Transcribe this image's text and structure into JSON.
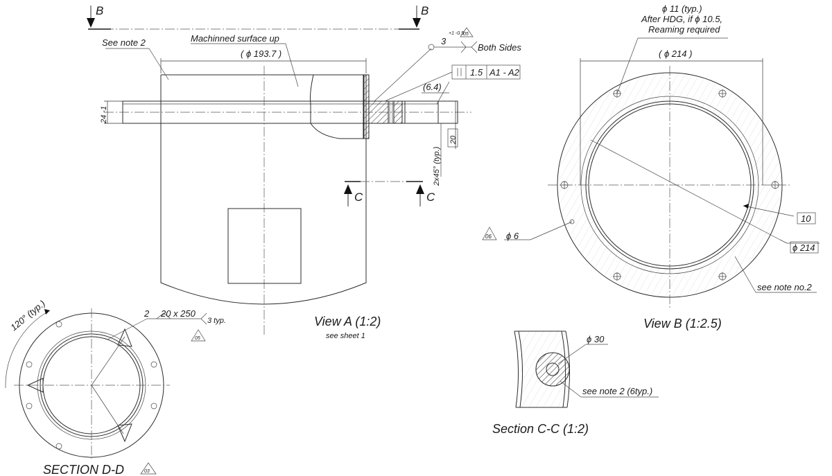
{
  "section_b": {
    "letter_left": "B",
    "letter_right": "B"
  },
  "section_c": {
    "letter_left": "C",
    "letter_right": "C"
  },
  "view_a": {
    "see_note_2": "See note 2",
    "machined": "Machinned surface up",
    "dia_1937": "( ϕ 193.7 )",
    "dim_24": "24 -1",
    "weld_size": "3",
    "weld_note": "Both Sides",
    "weld_tol": "+1 -0.5",
    "rev_05a": "05",
    "gdt_val": "1.5",
    "gdt_ref": "A1 - A2",
    "dim_64": "(6.4)",
    "dim_20": "20",
    "chamfer": "2x45° (typ.)",
    "title": "View A (1:2)",
    "subtitle": "see sheet 1"
  },
  "view_b": {
    "hole_note_1": "ϕ 11 (typ.)",
    "hole_note_2": "After HDG, if ϕ 10.5,",
    "hole_note_3": "Reaming required",
    "dia_214_top": "( ϕ 214 )",
    "dim_10": "10",
    "dia_214_right": "ϕ 214",
    "see_note_no2": "see note no.2",
    "rev_06": "06",
    "dia_6": "ϕ 6",
    "title": "View B (1:2.5)"
  },
  "section_cc": {
    "dia_30": "ϕ 30",
    "note": "see note 2 (6typ.)",
    "title": "Section C-C (1:2)"
  },
  "section_dd": {
    "angle": "120° (typ.)",
    "weld_a": "2",
    "weld_b": "20 x 250",
    "weld_c": "3 typ.",
    "rev_05b": "05",
    "title": "SECTION D-D",
    "rev_03": "03"
  }
}
